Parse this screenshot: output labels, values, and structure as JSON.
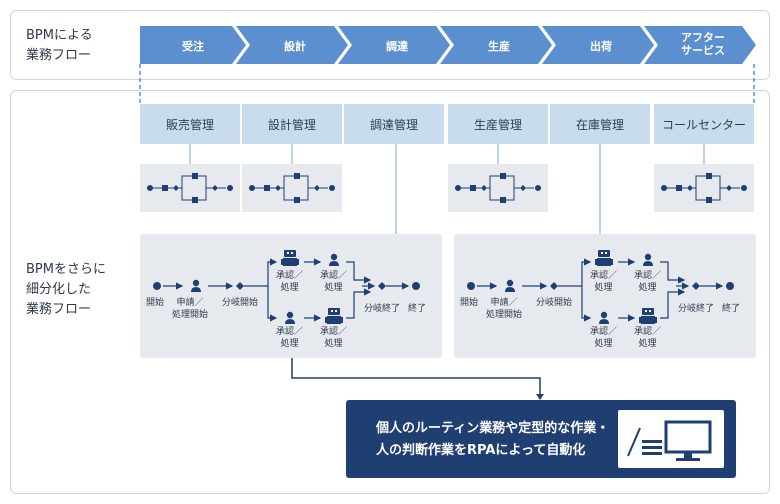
{
  "top_label": "BPMによる\n業務フロー",
  "stages": [
    "受注",
    "設計",
    "調達",
    "生産",
    "出荷",
    "アフター\nサービス"
  ],
  "departments": [
    "販売管理",
    "設計管理",
    "調達管理",
    "生産管理",
    "在庫管理",
    "コールセンター"
  ],
  "detail_label": "BPMをさらに\n細分化した\n業務フロー",
  "flow": {
    "start": "開始",
    "apply": "申請／\n処理開始",
    "branch_start": "分岐開始",
    "approve": "承認／\n処理",
    "branch_end": "分岐終了",
    "end": "終了"
  },
  "rpa": {
    "line1": "個人のルーティン業務や定型的な作業・",
    "line2": "人の判断作業をRPAによって自動化"
  },
  "colors": {
    "stage": "#5b8fcf",
    "dept": "#c9dcee",
    "box": "#e6e9ee",
    "navy": "#1f3f73",
    "line": "#7aa3d6"
  }
}
